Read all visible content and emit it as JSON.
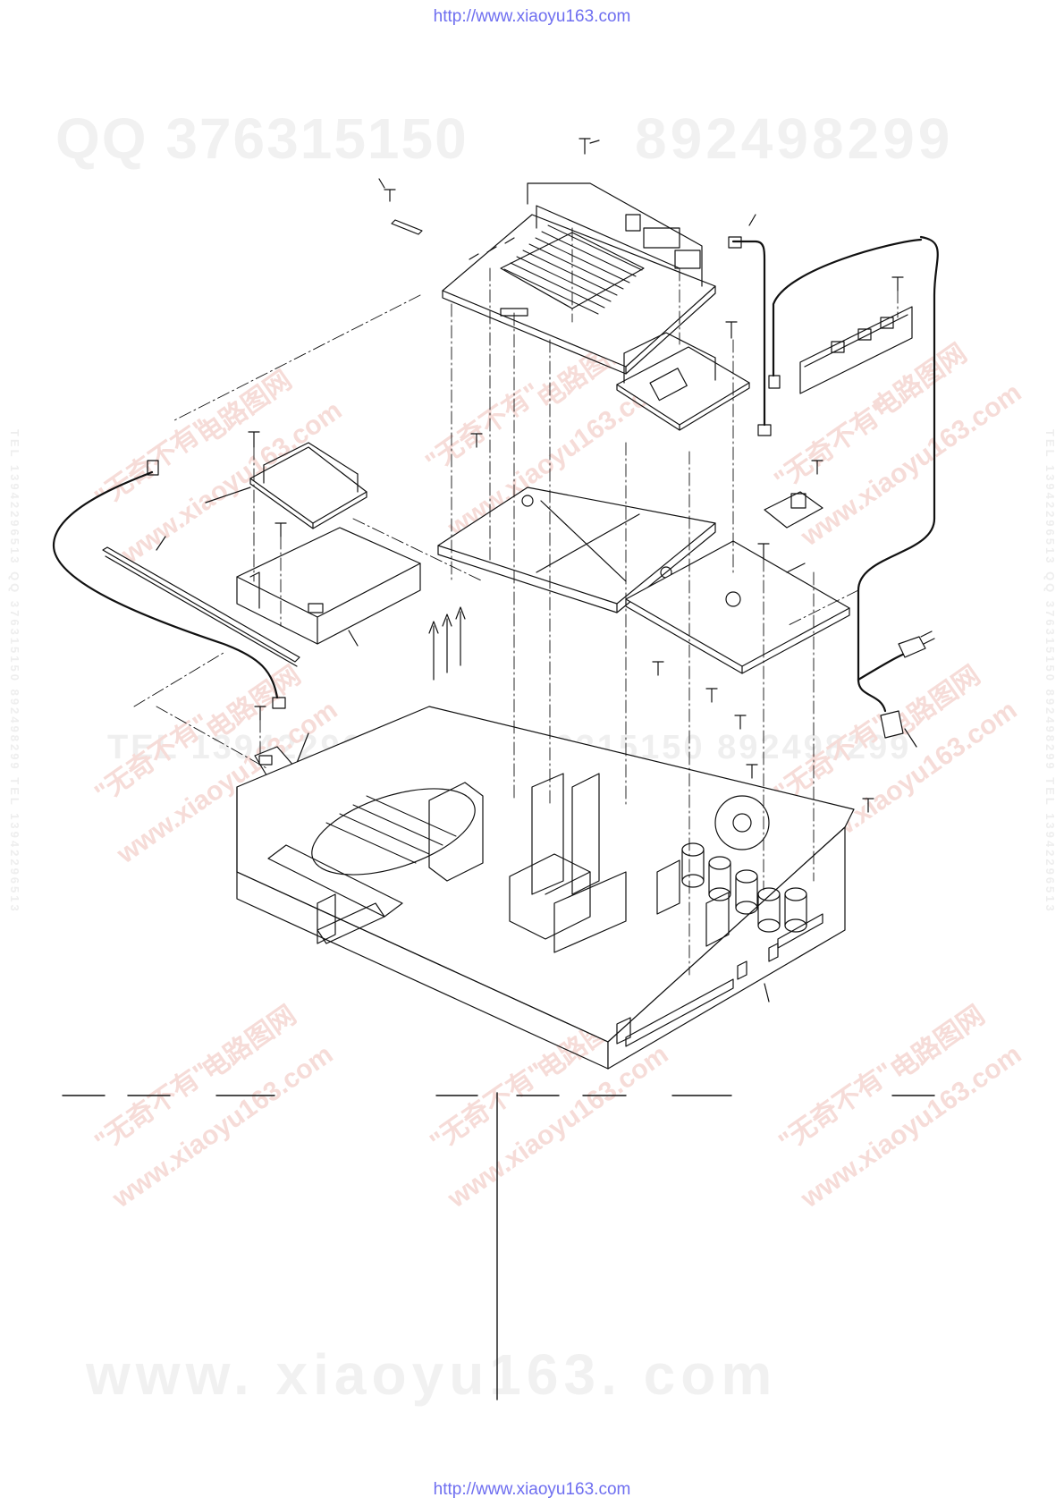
{
  "header": {
    "url": "http://www.xiaoyu163.com"
  },
  "footer": {
    "url": "http://www.xiaoyu163.com"
  },
  "watermarks": {
    "qq": "QQ 376315150",
    "number": "892498299",
    "www": "www. xiaoyu163. com",
    "tel": "TEL 13942296513 QQ 376315150 892498299",
    "site_cn": "电路图网",
    "site_url": "www.xiaoyu163.com",
    "slogan_cn": "\"无奇不有\"",
    "vertical": "TEL 13942296513 QQ 376315150 892498299 TEL 13942296513"
  },
  "colors": {
    "line": "#111111",
    "url": "#6e6ef0",
    "watermark_red": "#f6dcd8",
    "watermark_gray": "#f1f1f1"
  },
  "parts_table": {
    "left_columns": 3,
    "right_columns": 4
  }
}
